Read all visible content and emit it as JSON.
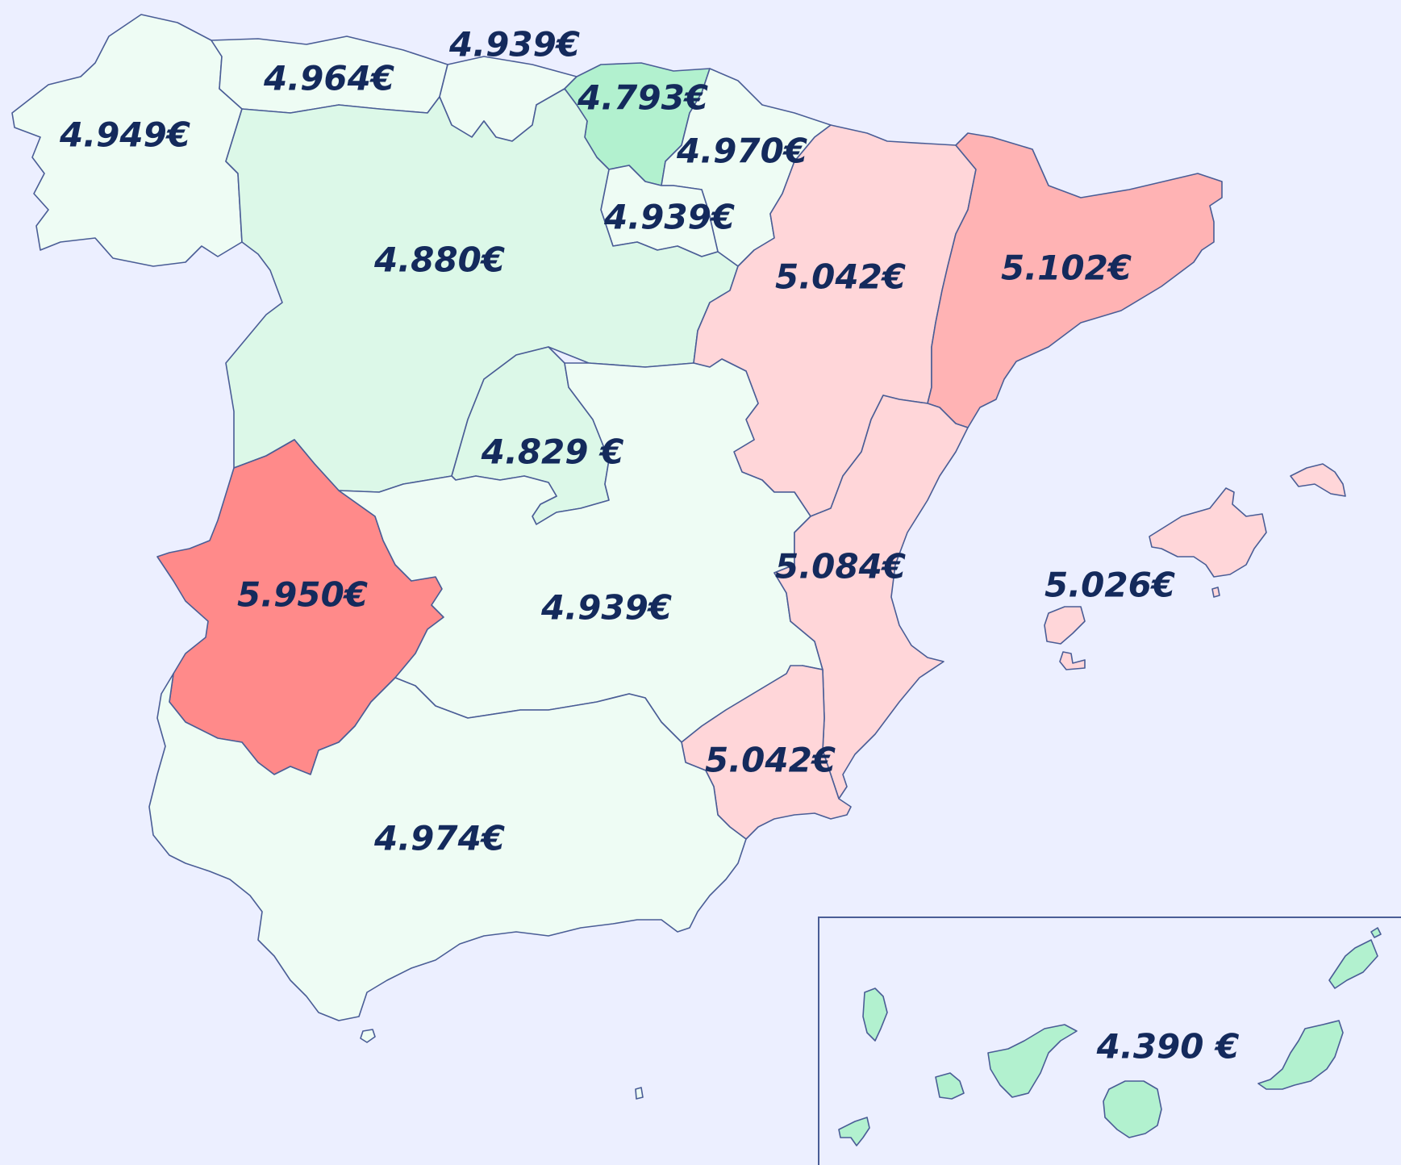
{
  "colors": {
    "background": "#ecefff",
    "outline": "#4a5d96",
    "label": "#142a5c",
    "lowest": "#b2f1cf",
    "low": "#dcf8e8",
    "neutral": "#eefcf4",
    "high": "#ffd6d9",
    "higher": "#ffb3b4",
    "highest": "#ff8a8a"
  },
  "regions": {
    "galicia": {
      "label": "4.949€",
      "value": 4949,
      "color": "#eefcf4"
    },
    "asturias": {
      "label": "4.964€",
      "value": 4964,
      "color": "#eefcf4"
    },
    "cantabria": {
      "label": "4.939€",
      "value": 4939,
      "color": "#eefcf4"
    },
    "pais_vasco": {
      "label": "4.793€",
      "value": 4793,
      "color": "#b2f1cf"
    },
    "navarra": {
      "label": "4.970€",
      "value": 4970,
      "color": "#eefcf4"
    },
    "la_rioja": {
      "label": "4.939€",
      "value": 4939,
      "color": "#eefcf4"
    },
    "castilla_leon": {
      "label": "4.880€",
      "value": 4880,
      "color": "#dcf8e8"
    },
    "aragon": {
      "label": "5.042€",
      "value": 5042,
      "color": "#ffd6d9"
    },
    "cataluna": {
      "label": "5.102€",
      "value": 5102,
      "color": "#ffb3b4"
    },
    "madrid": {
      "label": "4.829 €",
      "value": 4829,
      "color": "#dcf8e8"
    },
    "extremadura": {
      "label": "5.950€",
      "value": 5950,
      "color": "#ff8a8a"
    },
    "castilla_la_mancha": {
      "label": "4.939€",
      "value": 4939,
      "color": "#eefcf4"
    },
    "valencia": {
      "label": "5.084€",
      "value": 5084,
      "color": "#ffd6d9"
    },
    "baleares": {
      "label": "5.026€",
      "value": 5026,
      "color": "#ffd6d9"
    },
    "murcia": {
      "label": "5.042€",
      "value": 5042,
      "color": "#ffd6d9"
    },
    "andalucia": {
      "label": "4.974€",
      "value": 4974,
      "color": "#eefcf4"
    },
    "canarias": {
      "label": "4.390 €",
      "value": 4390,
      "color": "#b2f1cf"
    }
  }
}
